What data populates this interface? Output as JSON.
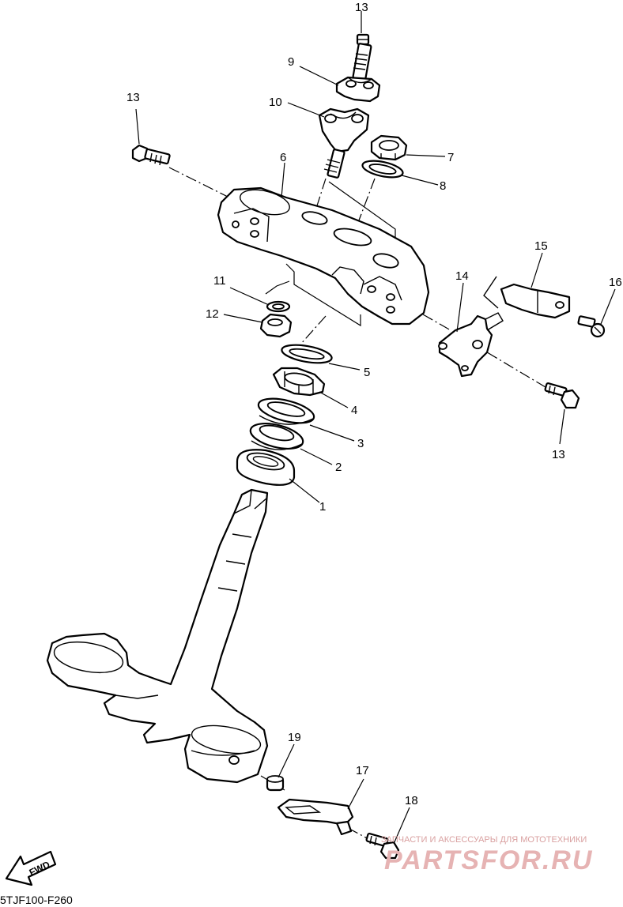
{
  "diagram": {
    "callouts": {
      "p1": "1",
      "p2": "2",
      "p3": "3",
      "p4": "4",
      "p5": "5",
      "p6": "6",
      "p7": "7",
      "p8": "8",
      "p9": "9",
      "p10": "10",
      "p11": "11",
      "p12": "12",
      "p13_top": "13",
      "p13_left": "13",
      "p13_right": "13",
      "p14": "14",
      "p15": "15",
      "p16": "16",
      "p17": "17",
      "p18": "18",
      "p19": "19"
    },
    "fwd_label": "FWD",
    "drawing_code": "5TJF100-F260"
  },
  "watermark": {
    "tagline": "ЗАПЧАСТИ И АКСЕССУАРЫ ДЛЯ МОТОТЕХНИКИ",
    "logo": "PARTSFOR.RU"
  }
}
